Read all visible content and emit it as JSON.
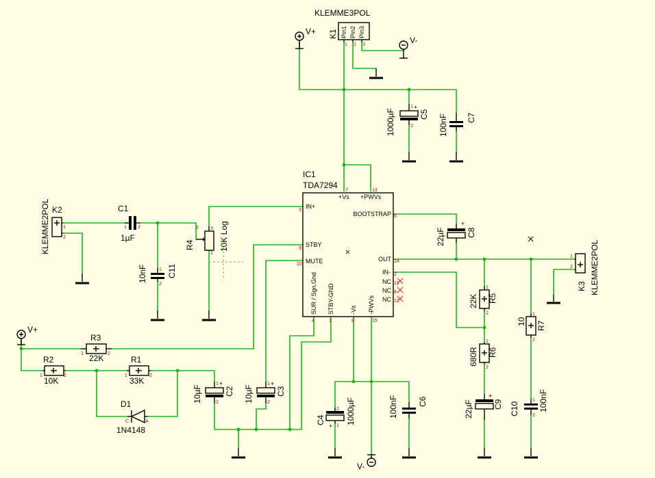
{
  "components": {
    "K1": {
      "ref": "K1",
      "value": "KLEMME3POL",
      "pins": [
        "Pin1",
        "Pin2",
        "Pin3"
      ]
    },
    "K2": {
      "ref": "K2",
      "value": "KLEMME2POL"
    },
    "K3": {
      "ref": "K3",
      "value": "KLEMME2POL"
    },
    "IC1": {
      "ref": "IC1",
      "value": "TDA7294",
      "pins_left": [
        "IN+",
        "STBY",
        "MUTE"
      ],
      "pins_right": [
        "BOOTSTRAP",
        "OUT",
        "IN-",
        "NC",
        "NC",
        "NC"
      ],
      "pins_top": [
        "+Vs",
        "+PWVs"
      ],
      "pins_bottom": [
        "SUR / Sgn.Gnd",
        "STBY-GND",
        "-Vs",
        "-PWVs"
      ]
    },
    "C1": {
      "ref": "C1",
      "value": "1µF"
    },
    "C2": {
      "ref": "C2",
      "value": "10µF"
    },
    "C3": {
      "ref": "C3",
      "value": "10µF"
    },
    "C4": {
      "ref": "C4",
      "value": "1000µF"
    },
    "C5": {
      "ref": "C5",
      "value": "1000µF"
    },
    "C6": {
      "ref": "C6",
      "value": "100nF"
    },
    "C7": {
      "ref": "C7",
      "value": "100nF"
    },
    "C8": {
      "ref": "C8",
      "value": "22µF"
    },
    "C9": {
      "ref": "C9",
      "value": "22µF"
    },
    "C10": {
      "ref": "C10",
      "value": "100nF"
    },
    "C11": {
      "ref": "C11",
      "value": "10nF"
    },
    "R1": {
      "ref": "R1",
      "value": "33K"
    },
    "R2": {
      "ref": "R2",
      "value": "10K"
    },
    "R3": {
      "ref": "R3",
      "value": "22K"
    },
    "R4": {
      "ref": "R4",
      "value": "10K Log"
    },
    "R5": {
      "ref": "R5",
      "value": "22K"
    },
    "R6": {
      "ref": "R6",
      "value": "680R"
    },
    "R7": {
      "ref": "R7",
      "value": "10"
    },
    "D1": {
      "ref": "D1",
      "value": "1N4148"
    }
  },
  "supplies": {
    "vplus": "V+",
    "vminus": "V-"
  },
  "pin_numbers": {
    "k1": [
      "1",
      "2",
      "3"
    ],
    "ic": {
      "in_plus": "3",
      "stby": "9",
      "mute": "10",
      "bootstrap": "6",
      "out": "14",
      "in_minus": "2",
      "nc1": "11",
      "nc2": "8",
      "nc3": "12",
      "vs": "7",
      "pwvs": "13",
      "sur": "4",
      "stbygnd": "1",
      "mvs": "8",
      "mpwvs": "15"
    },
    "two": [
      "1",
      "2"
    ],
    "pot": [
      "1",
      "2",
      "3"
    ]
  },
  "colors": {
    "wire": "#1db51d",
    "background": "#ffffe6",
    "pin_number": "#c00000"
  }
}
